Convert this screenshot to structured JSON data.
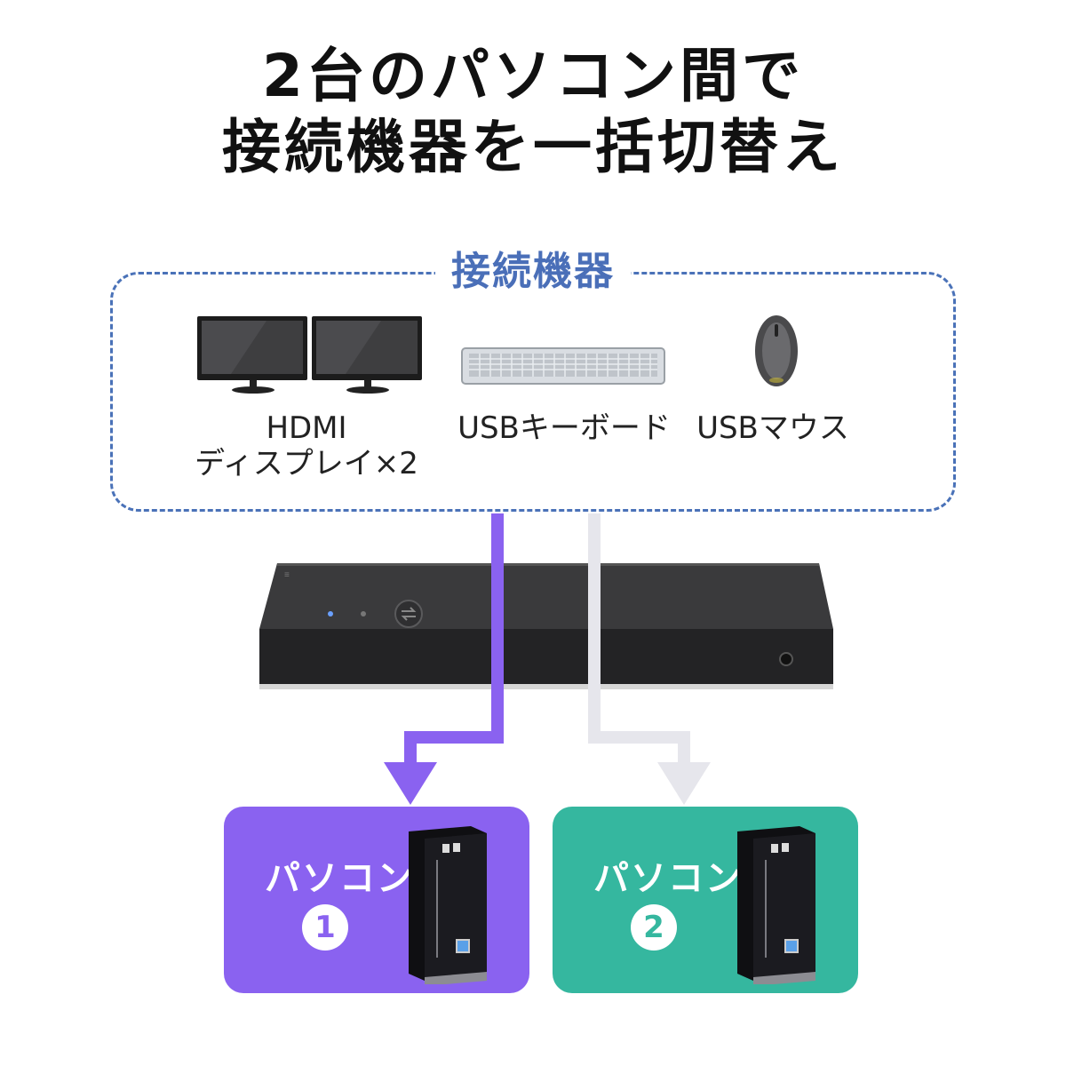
{
  "headline": {
    "line1": "2台のパソコン間で",
    "line2": "接続機器を一括切替え"
  },
  "devices": {
    "title": "接続機器",
    "display_label_line1": "HDMI",
    "display_label_line2": "ディスプレイ×2",
    "keyboard_label": "USBキーボード",
    "mouse_label": "USBマウス"
  },
  "pcs": [
    {
      "label": "パソコン",
      "number": "1",
      "color": "#8a62f0"
    },
    {
      "label": "パソコン",
      "number": "2",
      "color": "#35b79f"
    }
  ],
  "colors": {
    "accent_blue": "#4a72b8",
    "active_arrow": "#8a62f0",
    "inactive_arrow": "#e6e6ec",
    "switch_body": "#2b2b2c"
  }
}
